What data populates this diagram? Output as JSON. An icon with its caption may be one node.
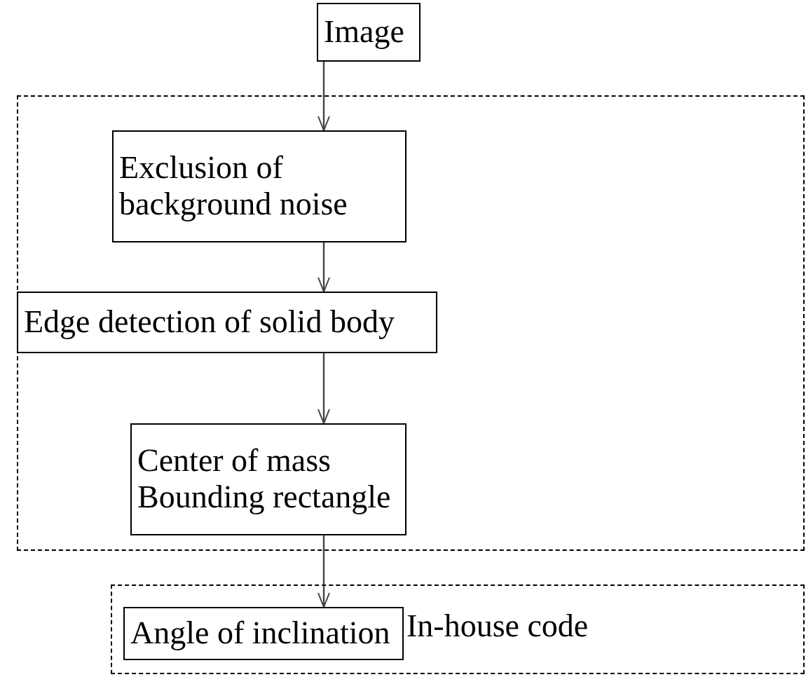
{
  "diagram": {
    "nodes": [
      {
        "text": [
          "Image"
        ]
      },
      {
        "text": [],
        "shape": "box"
      },
      {
        "text": [
          "Exclusion of background noise"
        ],
        "in": 1
      },
      {
        "text": [
          "Edge detection of solid body"
        ],
        "in": 1
      },
      {
        "text": [
          "Center of mass Bounding rectangle"
        ],
        "in": 1
      },
      {
        "text": [
          "In-house code"
        ]
      },
      {
        "text": [
          "Angle of inclination"
        ],
        "in": 5
      }
    ],
    "edges": [
      {
        "from": 0,
        "to": 2,
        "arrow": "to"
      },
      {
        "from": 2,
        "to": 3,
        "arrow": "to"
      },
      {
        "from": 3,
        "to": 4,
        "arrow": "to"
      },
      {
        "from": 4,
        "to": 6,
        "arrow": "to"
      }
    ]
  }
}
